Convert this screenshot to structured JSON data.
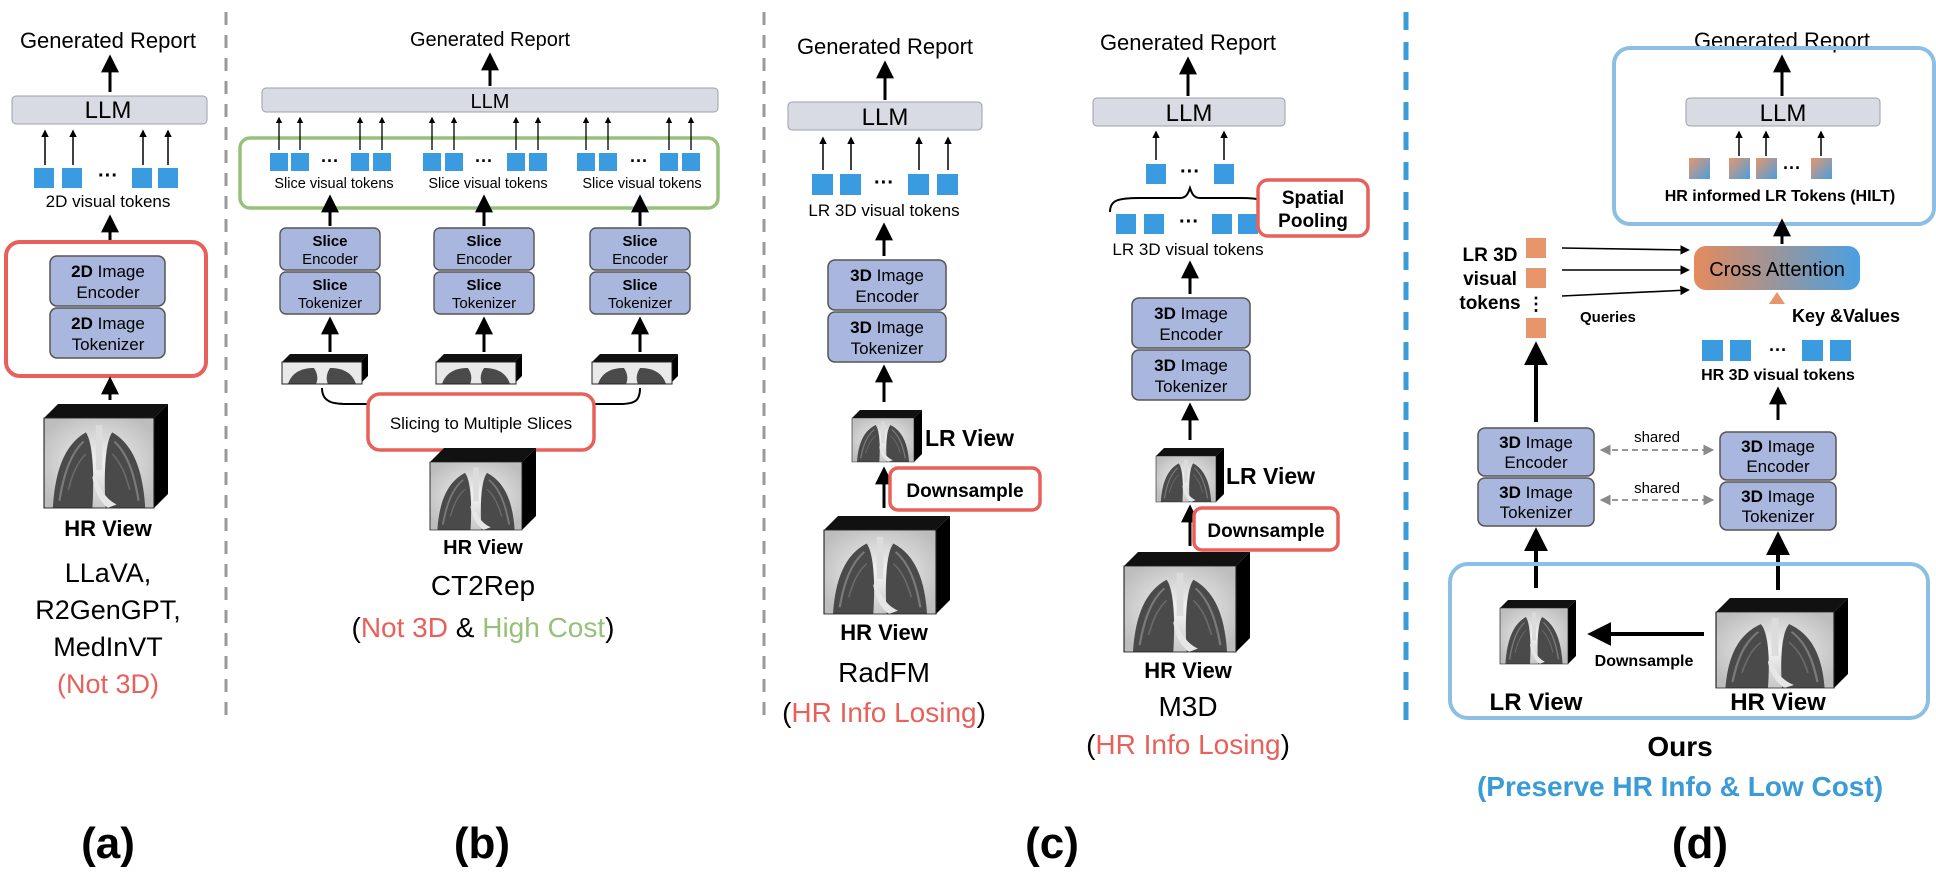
{
  "common": {
    "generated_report": "Generated Report",
    "llm": "LLM",
    "dots": "···",
    "colors": {
      "token_blue": "#3b9be0",
      "llm_gray": "#d8dbe3",
      "module_blue": "#a9b6dd",
      "highlight_red": "#e8605a",
      "highlight_green": "#97c07a",
      "highlight_blue": "#8bbfe4",
      "orange_token": "#e6966a",
      "dashed_gray": "#9a9a9a",
      "dashed_blue": "#3a9bd6"
    }
  },
  "panel_a": {
    "tokens_label": "2D visual tokens",
    "encoder_bold": "2D",
    "encoder_rest": " Image",
    "encoder_line2": "Encoder",
    "tokenizer_bold": "2D",
    "tokenizer_rest": " Image",
    "tokenizer_line2": "Tokenizer",
    "view_label": "HR View",
    "method_lines": [
      "LLaVA,",
      "R2GenGPT,",
      "MedInVT"
    ],
    "note": "(Not 3D)",
    "letter": "(a)"
  },
  "panel_b": {
    "slice_tokens_label": "Slice visual tokens",
    "slice_encoder_bold": "Slice",
    "slice_encoder_rest": "Encoder",
    "slice_tokenizer_bold": "Slice",
    "slice_tokenizer_rest": "Tokenizer",
    "slicing_label": "Slicing to Multiple Slices",
    "view_label": "HR View",
    "method": "CT2Rep",
    "note_open": "(",
    "note_red": "Not 3D",
    "note_amp": " & ",
    "note_green": "High Cost",
    "note_close": ")",
    "letter": "(b)"
  },
  "panel_c": {
    "radfm": {
      "tokens_label": "LR 3D visual tokens",
      "encoder_bold": "3D",
      "encoder_rest": " Image",
      "encoder_line2": "Encoder",
      "tokenizer_bold": "3D",
      "tokenizer_rest": " Image",
      "tokenizer_line2": "Tokenizer",
      "lr_view": "LR View",
      "downsample": "Downsample",
      "hr_view": "HR View",
      "method": "RadFM",
      "note_open": "(",
      "note_red": "HR Info Losing",
      "note_close": ")"
    },
    "m3d": {
      "tokens_label": "LR 3D visual tokens",
      "spatial_pooling_1": "Spatial",
      "spatial_pooling_2": "Pooling",
      "encoder_bold": "3D",
      "encoder_rest": " Image",
      "encoder_line2": "Encoder",
      "tokenizer_bold": "3D",
      "tokenizer_rest": " Image",
      "tokenizer_line2": "Tokenizer",
      "lr_view": "LR View",
      "downsample": "Downsample",
      "hr_view": "HR View",
      "method": "M3D",
      "note_open": "(",
      "note_red": "HR Info Losing",
      "note_close": ")"
    },
    "letter": "(c)"
  },
  "panel_d": {
    "hilt_label": "HR informed LR Tokens (HILT)",
    "cross_attention": "Cross Attention",
    "lr_tokens_1": "LR 3D",
    "lr_tokens_2": "visual",
    "lr_tokens_3": "tokens",
    "queries": "Queries",
    "key_values": "Key &Values",
    "hr_tokens_label": "HR 3D visual tokens",
    "shared_1": "shared",
    "shared_2": "shared",
    "encoder_bold": "3D",
    "encoder_rest": " Image",
    "encoder_line2": "Encoder",
    "tokenizer_bold": "3D",
    "tokenizer_rest": " Image",
    "tokenizer_line2": "Tokenizer",
    "downsample": "Downsample",
    "lr_view": "LR View",
    "hr_view": "HR View",
    "method": "Ours",
    "note": "(Preserve HR Info & Low Cost)",
    "letter": "(d)"
  }
}
